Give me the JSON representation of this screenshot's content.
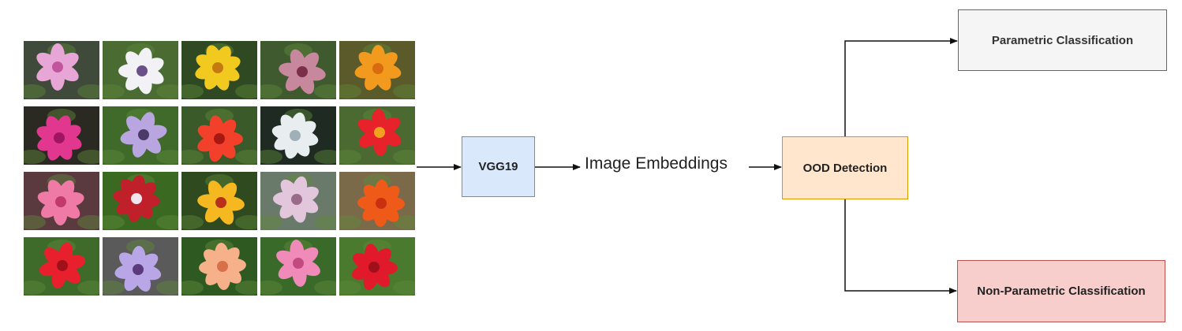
{
  "nodes": {
    "vgg": "VGG19",
    "embeddings": "Image Embeddings",
    "ood": "OOD Detection",
    "parametric": "Parametric Classification",
    "non_parametric": "Non-Parametric Classification"
  },
  "colors": {
    "vgg_fill": "#dae8fc",
    "vgg_border": "#6c8ebf",
    "ood_fill": "#ffe6cc",
    "ood_border": "#d79b00",
    "param_fill": "#f5f5f5",
    "param_border": "#666666",
    "nonparam_fill": "#f8cecc",
    "nonparam_border": "#b85450"
  },
  "image_grid": {
    "rows": 4,
    "cols": 5,
    "tiles": [
      {
        "flower": "pink azalea",
        "petal": "#e8a6d6",
        "center": "#c2569e",
        "bg": "#3f4a3a"
      },
      {
        "flower": "passion flower",
        "petal": "#f2f2f6",
        "center": "#6b4f8a",
        "bg": "#4a6b32"
      },
      {
        "flower": "yellow hibiscus",
        "petal": "#f2c91f",
        "center": "#c47a10",
        "bg": "#2f4a22"
      },
      {
        "flower": "masterwort",
        "petal": "#c7879c",
        "center": "#7a2e4a",
        "bg": "#3e5a2e"
      },
      {
        "flower": "orange celosia",
        "petal": "#f29a1e",
        "center": "#d96a10",
        "bg": "#5a5a2a"
      },
      {
        "flower": "magenta azalea",
        "petal": "#e2378f",
        "center": "#a0155f",
        "bg": "#2a2a22"
      },
      {
        "flower": "passion flower",
        "petal": "#b9a6e0",
        "center": "#4a3a6a",
        "bg": "#3f6a2a"
      },
      {
        "flower": "red hibiscus",
        "petal": "#f2402a",
        "center": "#a81812",
        "bg": "#3a5a2a"
      },
      {
        "flower": "masterwort",
        "petal": "#e8eef0",
        "center": "#9fb0b8",
        "bg": "#1e2a22"
      },
      {
        "flower": "red celosia",
        "petal": "#e8222a",
        "center": "#f2a020",
        "bg": "#4a6a32"
      },
      {
        "flower": "pink azalea",
        "petal": "#f07aa6",
        "center": "#c23a6a",
        "bg": "#5a3a3e"
      },
      {
        "flower": "passion flower",
        "petal": "#c0202a",
        "center": "#f0e6f0",
        "bg": "#3a6a22"
      },
      {
        "flower": "yellow hibiscus",
        "petal": "#f5b820",
        "center": "#b8301a",
        "bg": "#2e4a1e"
      },
      {
        "flower": "masterwort",
        "petal": "#e2c6dc",
        "center": "#9a6a8a",
        "bg": "#6a7a6a"
      },
      {
        "flower": "orange celosia",
        "petal": "#f05a18",
        "center": "#c83010",
        "bg": "#7a6a4a"
      },
      {
        "flower": "red azalea",
        "petal": "#e8202e",
        "center": "#a01018",
        "bg": "#3e6a2a"
      },
      {
        "flower": "passion flower",
        "petal": "#b8a6e6",
        "center": "#5a3a7a",
        "bg": "#5a5a5a"
      },
      {
        "flower": "peach hibiscus",
        "petal": "#f6b08a",
        "center": "#d8704a",
        "bg": "#2e5a22"
      },
      {
        "flower": "pink masterwort",
        "petal": "#f08ab8",
        "center": "#c24a80",
        "bg": "#3a6a2a"
      },
      {
        "flower": "red celosia",
        "petal": "#e01a2a",
        "center": "#a0101a",
        "bg": "#4a7a2e"
      }
    ]
  }
}
